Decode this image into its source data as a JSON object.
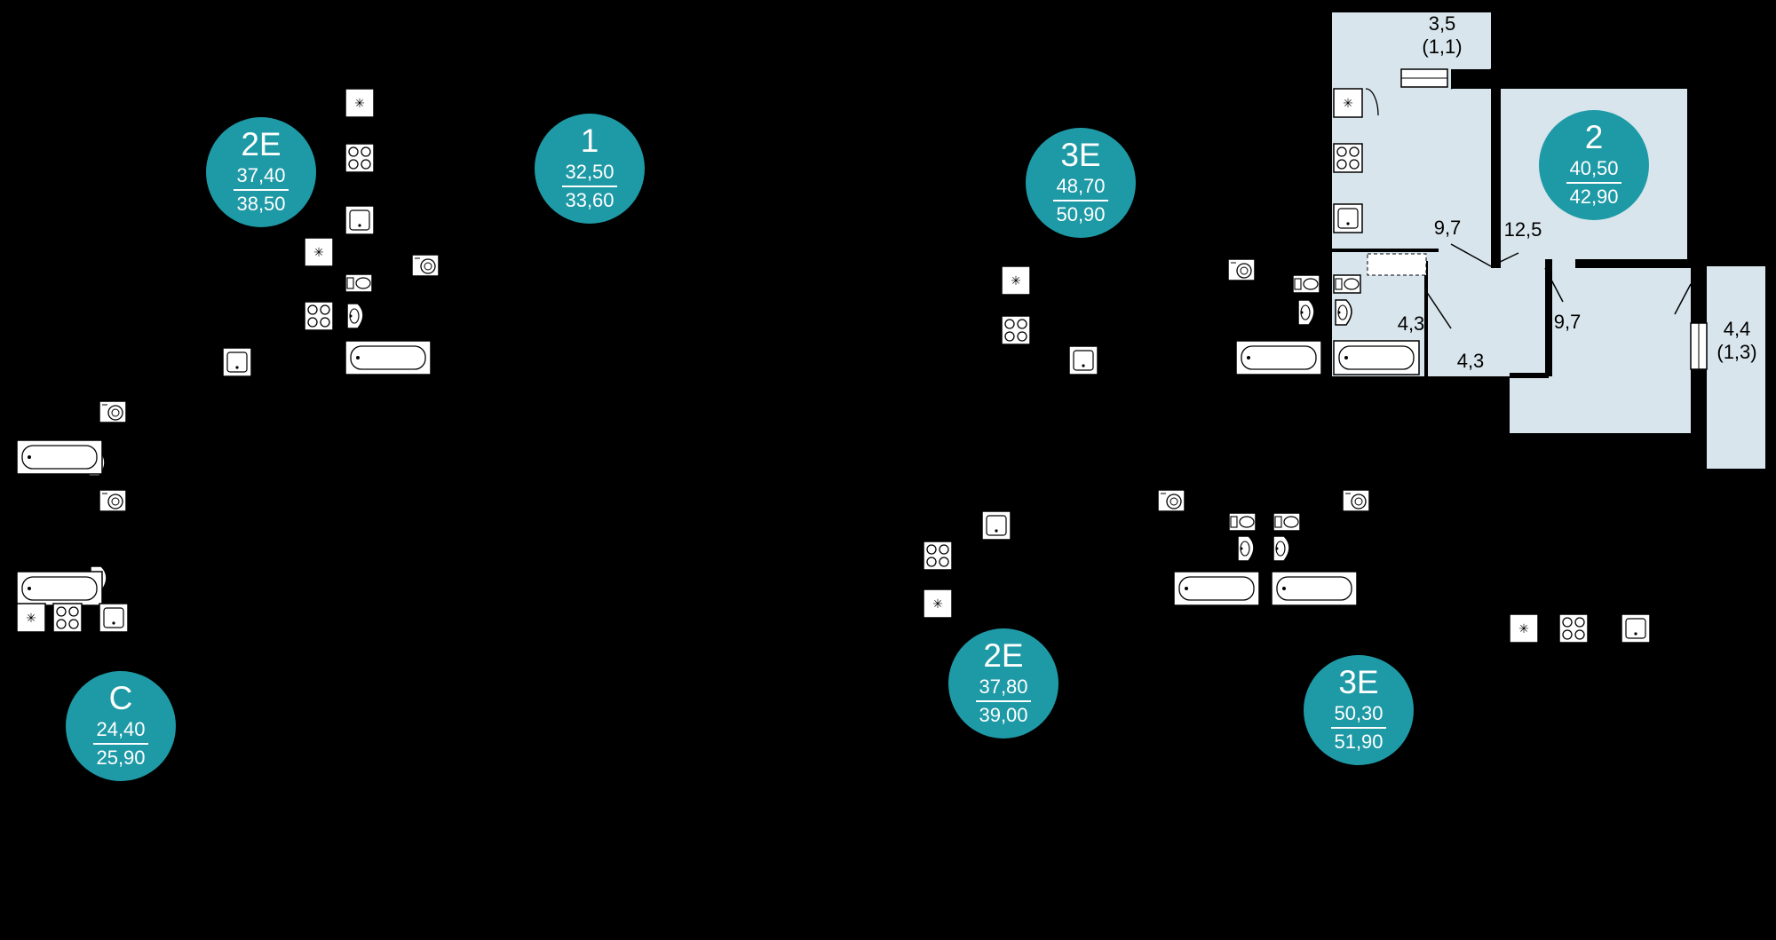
{
  "colors": {
    "background": "#000000",
    "badge": "#1e9aa6",
    "room_fill": "#d8e5ec",
    "fixture_fill": "#ffffff",
    "line": "#000000"
  },
  "apartments": [
    {
      "id": "2E-a",
      "type": "2E",
      "area_living": "37,40",
      "area_total": "38,50"
    },
    {
      "id": "1",
      "type": "1",
      "area_living": "32,50",
      "area_total": "33,60"
    },
    {
      "id": "3E-a",
      "type": "3E",
      "area_living": "48,70",
      "area_total": "50,90"
    },
    {
      "id": "2",
      "type": "2",
      "area_living": "40,50",
      "area_total": "42,90"
    },
    {
      "id": "C",
      "type": "C",
      "area_living": "24,40",
      "area_total": "25,90"
    },
    {
      "id": "2E-b",
      "type": "2E",
      "area_living": "37,80",
      "area_total": "39,00"
    },
    {
      "id": "3E-b",
      "type": "3E",
      "area_living": "50,30",
      "area_total": "51,90"
    }
  ],
  "room_dimensions": {
    "balcony_top": {
      "area": "3,5",
      "coef": "(1,1)"
    },
    "kitchen": "9,7",
    "room": "12,5",
    "bathroom": "4,3",
    "hall": "4,3",
    "corridor": "9,7",
    "balcony_right": {
      "area": "4,4",
      "coef": "(1,3)"
    }
  },
  "icons": {
    "fridge": "fridge-icon",
    "stove": "stove-icon",
    "sink": "sink-icon",
    "washer": "washer-icon",
    "toilet": "toilet-icon",
    "washbasin": "washbasin-icon",
    "bathtub": "bathtub-icon"
  }
}
